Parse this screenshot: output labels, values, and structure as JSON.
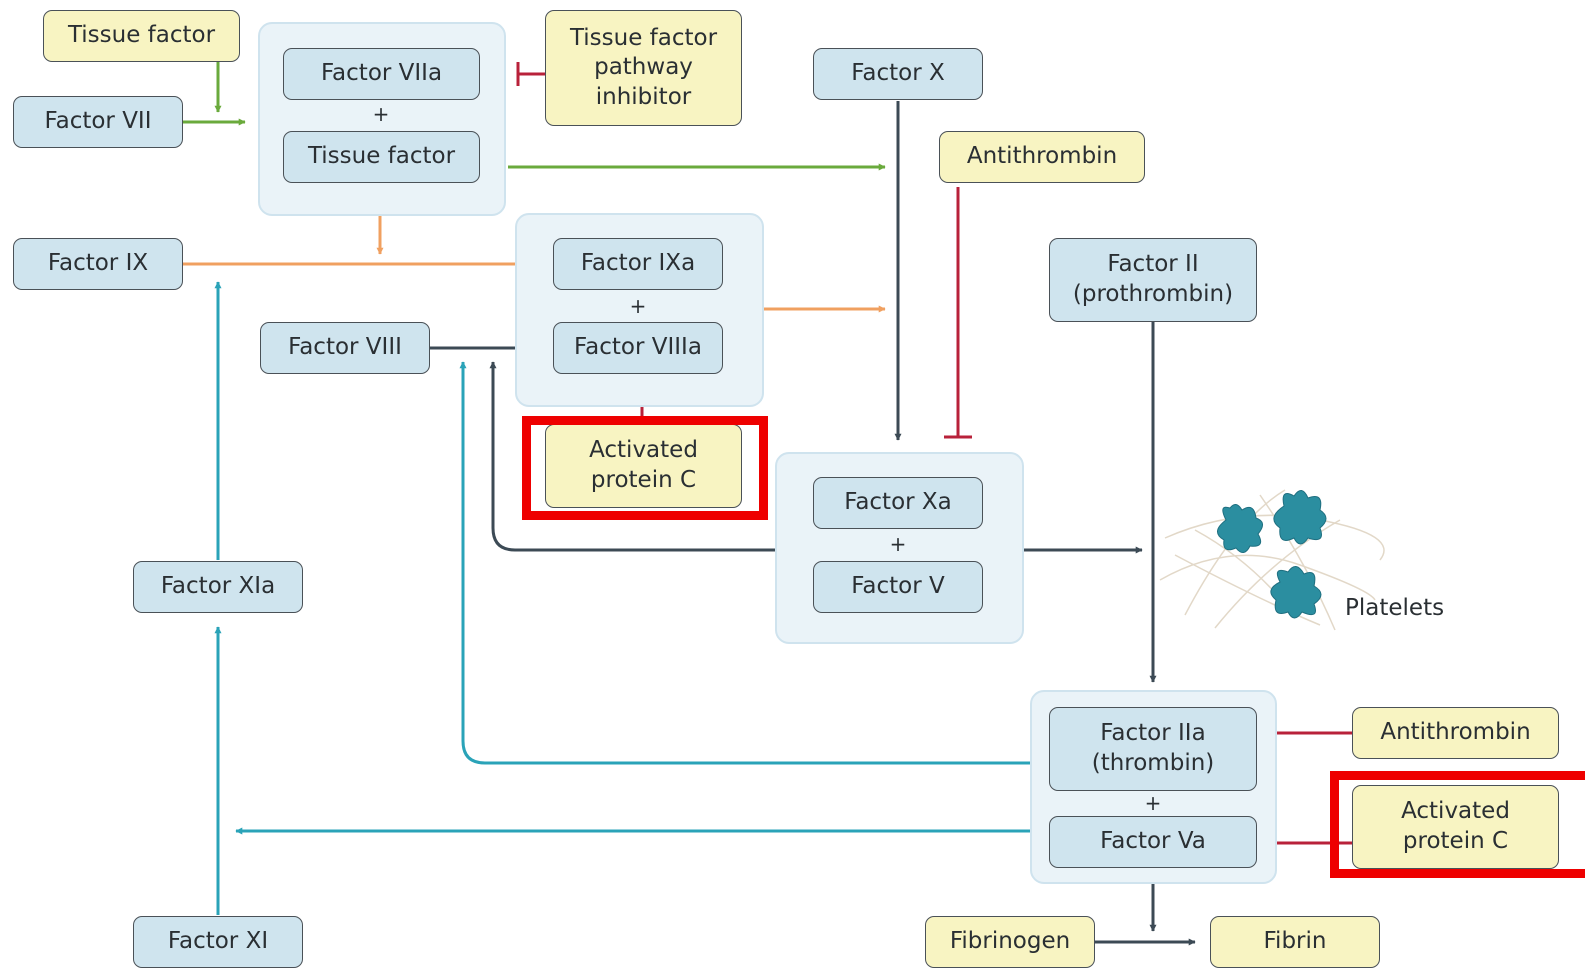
{
  "nodes": {
    "tissue_factor_top": "Tissue factor",
    "factor_vii": "Factor VII",
    "factor_viia": "Factor VIIa",
    "tissue_factor_complex": "Tissue factor",
    "tfpi": "Tissue factor\npathway\ninhibitor",
    "factor_x": "Factor X",
    "antithrombin_top": "Antithrombin",
    "factor_ix": "Factor IX",
    "factor_ixa": "Factor IXa",
    "factor_viii": "Factor VIII",
    "factor_viiia": "Factor VIIIa",
    "apc_top": "Activated\nprotein C",
    "factor_ii": "Factor II\n(prothrombin)",
    "factor_xa": "Factor Xa",
    "factor_v": "Factor V",
    "factor_xia": "Factor XIa",
    "factor_iia": "Factor IIa\n(thrombin)",
    "factor_va": "Factor Va",
    "antithrombin_bottom": "Antithrombin",
    "apc_bottom": "Activated\nprotein C",
    "factor_xi": "Factor XI",
    "fibrinogen": "Fibrinogen",
    "fibrin": "Fibrin"
  },
  "plus_sign": "+",
  "platelets_label": "Platelets",
  "colors": {
    "extrinsic_green": "#6aaa3c",
    "intrinsic_orange": "#f0a060",
    "feedback_teal": "#2aa3b8",
    "main_dark": "#3c4a55",
    "inhibitor_red": "#b8213a",
    "highlight_red": "#ee0000",
    "platelet_teal": "#2b8ea0"
  }
}
